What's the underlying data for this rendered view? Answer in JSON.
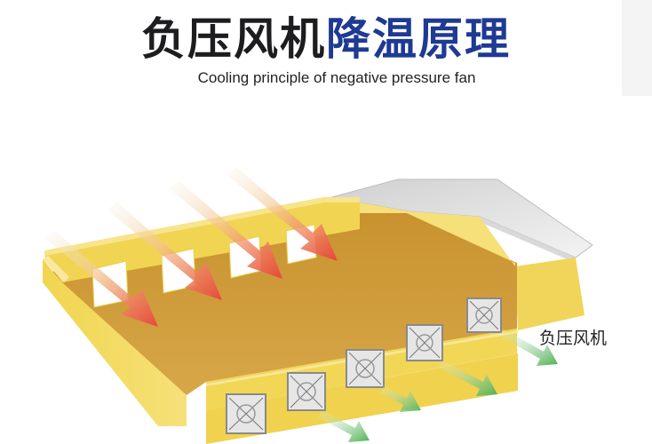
{
  "title": {
    "part1": "负压风机",
    "part2": "降温原理"
  },
  "subtitle": "Cooling principle of negative pressure fan",
  "labels": {
    "fan": "负压风机"
  },
  "colors": {
    "title_dark": "#1d1d1f",
    "title_blue": "#1f3a93",
    "wall_yellow": "#f0d65c",
    "floor_ochre": "#cf9a3c",
    "roof_gray": "#e6e6e6",
    "inflow_arrow": "#e8463a",
    "outflow_arrow": "#4caf50"
  },
  "icons": [
    "window-opening",
    "exhaust-fan-icon",
    "red-air-arrow",
    "green-air-arrow"
  ]
}
